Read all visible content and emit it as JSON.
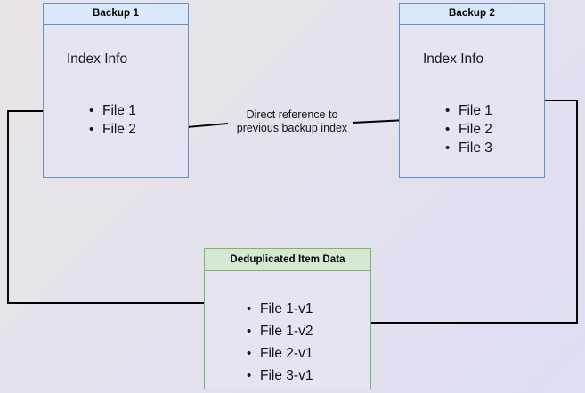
{
  "diagram": {
    "title_hidden": "Backup deduplication index reference diagram",
    "background": {
      "gradient_from": "#e8e4e6",
      "gradient_to": "#dedef4"
    },
    "colors": {
      "blue_fill": "#dae8fc",
      "blue_stroke": "#6c8ebf",
      "green_fill": "#d5e8d4",
      "green_stroke": "#82b366",
      "body_fill": "#e4e4f2",
      "edge_stroke": "#000000"
    },
    "nodes": {
      "backup1": {
        "header": "Backup 1",
        "index_label": "Index Info",
        "files": [
          "File 1",
          "File 2"
        ]
      },
      "backup2": {
        "header": "Backup 2",
        "index_label": "Index Info",
        "files": [
          "File 1",
          "File 2",
          "File 3"
        ]
      },
      "dedup": {
        "header": "Deduplicated Item Data",
        "files": [
          "File 1-v1",
          "File 1-v2",
          "File 2-v1",
          "File 3-v1"
        ]
      }
    },
    "annotations": {
      "direct_reference": {
        "line1": "Direct reference to",
        "line2": "previous backup index"
      }
    }
  }
}
